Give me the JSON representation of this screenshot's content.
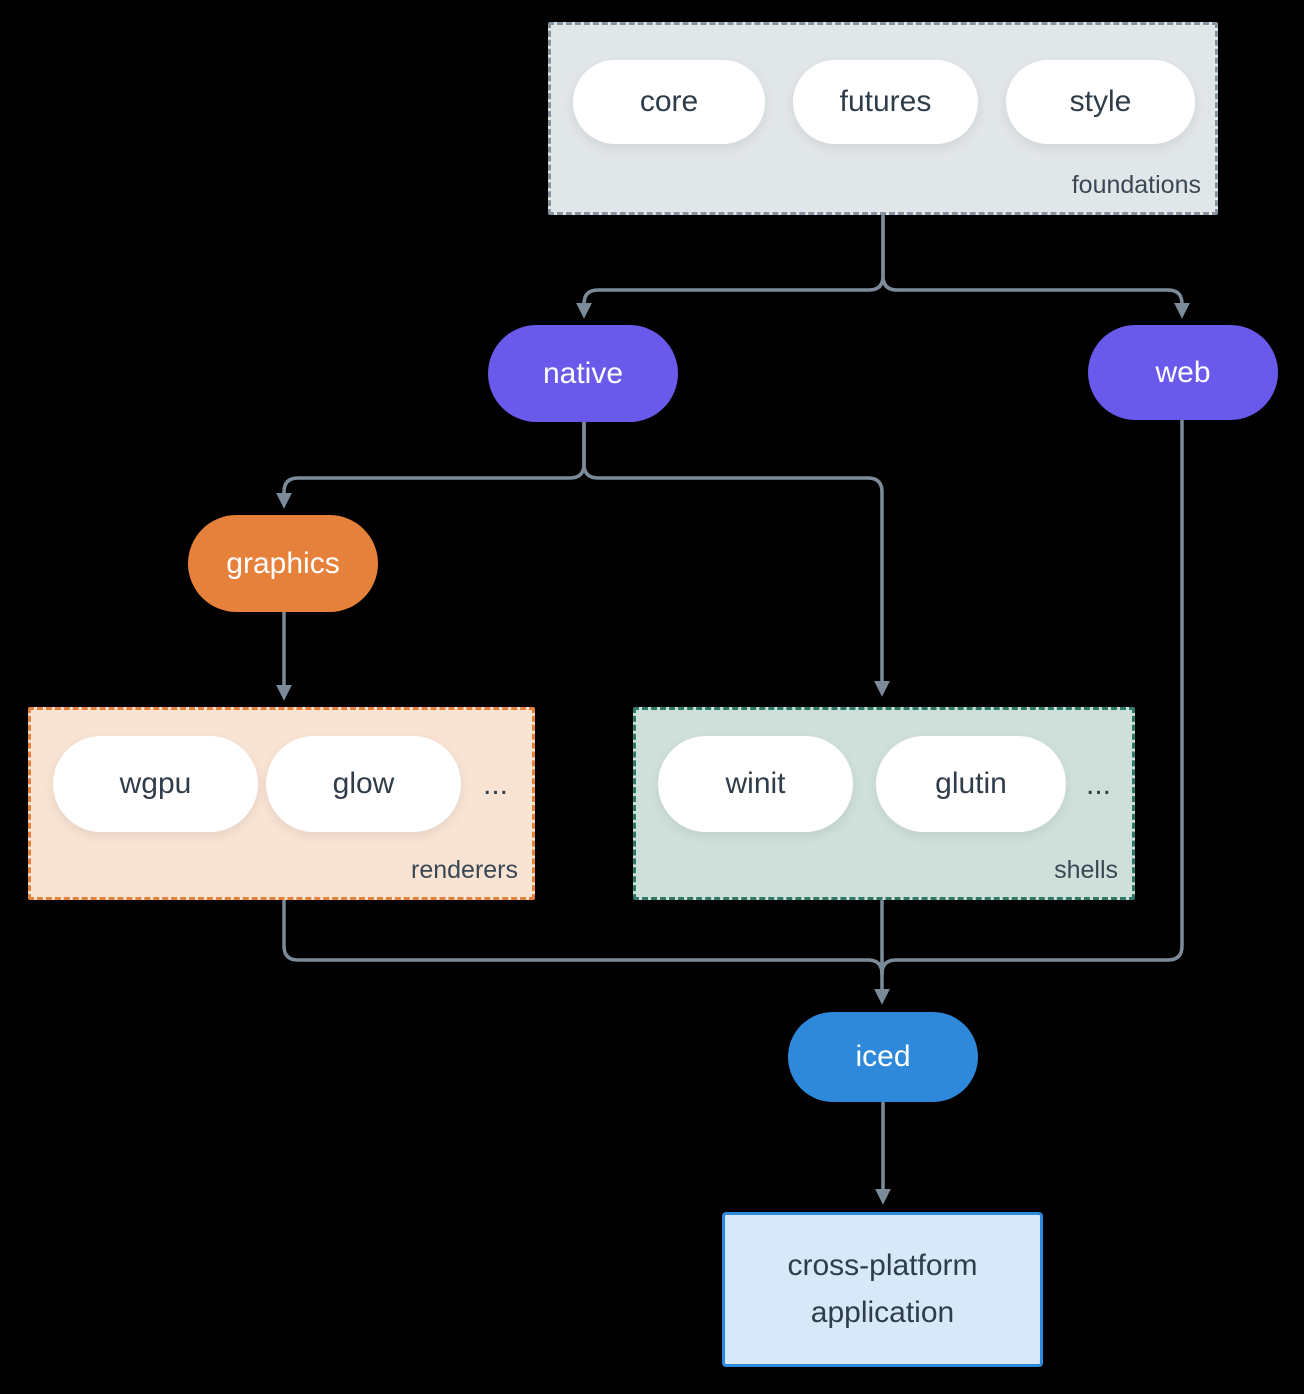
{
  "diagram_type": "architecture-dependency-diagram",
  "colors": {
    "background": "#000000",
    "arrow": "#7C8B99",
    "purple_node": "#695AEB",
    "orange_node": "#E6813B",
    "blue_node": "#2E89DA",
    "foundations_fill": "#E1E6E8",
    "foundations_border": "#8494A1",
    "renderers_fill": "#F9E3D3",
    "renderers_border": "#E6813B",
    "shells_fill": "#CFE0DA",
    "shells_border": "#2E7A69",
    "app_fill": "#D7E9F8",
    "app_border": "#2E89DA",
    "pill_fill": "#FFFFFF",
    "dark_text": "#2F3C4A",
    "light_text": "#FFFFFF"
  },
  "groups": {
    "foundations": {
      "label": "foundations",
      "pills": [
        "core",
        "futures",
        "style"
      ]
    },
    "renderers": {
      "label": "renderers",
      "pills": [
        "wgpu",
        "glow"
      ],
      "ellipsis": "..."
    },
    "shells": {
      "label": "shells",
      "pills": [
        "winit",
        "glutin"
      ],
      "ellipsis": "..."
    }
  },
  "nodes": {
    "native": "native",
    "web": "web",
    "graphics": "graphics",
    "iced": "iced",
    "application": {
      "line1": "cross-platform",
      "line2": "application"
    }
  },
  "edges": [
    {
      "from": "foundations",
      "to": "native"
    },
    {
      "from": "foundations",
      "to": "web"
    },
    {
      "from": "native",
      "to": "graphics"
    },
    {
      "from": "native",
      "to": "shells"
    },
    {
      "from": "graphics",
      "to": "renderers"
    },
    {
      "from": "renderers",
      "to": "iced"
    },
    {
      "from": "shells",
      "to": "iced"
    },
    {
      "from": "web",
      "to": "iced"
    },
    {
      "from": "iced",
      "to": "application"
    }
  ]
}
